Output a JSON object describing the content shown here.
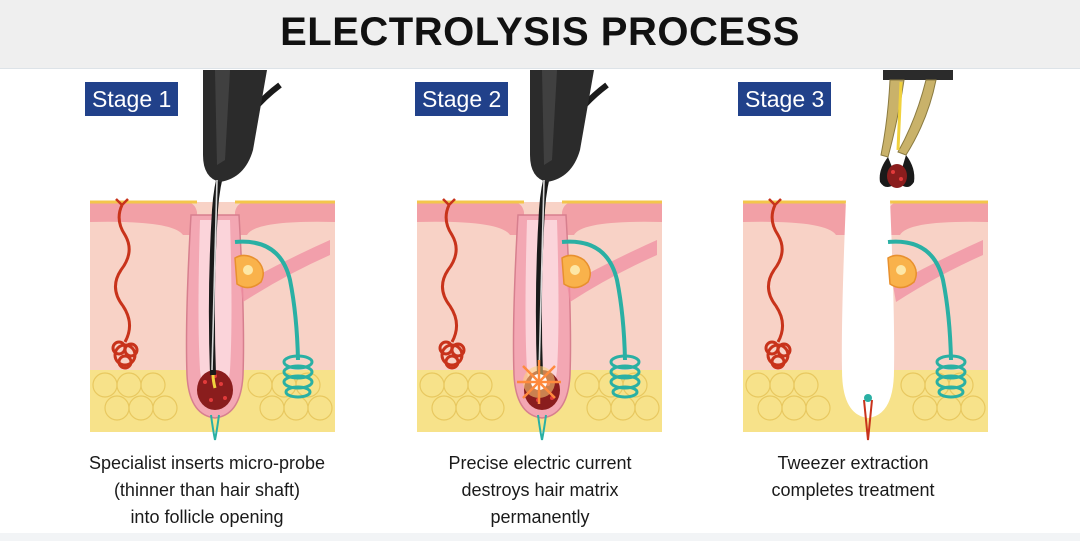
{
  "header": {
    "title": "ELECTROLYSIS PROCESS"
  },
  "stages": [
    {
      "label": "Stage 1",
      "caption": [
        "Specialist inserts micro-probe",
        "(thinner than hair shaft)",
        "into follicle opening"
      ]
    },
    {
      "label": "Stage 2",
      "caption": [
        "Precise electric current",
        "destroys hair matrix",
        "permanently"
      ]
    },
    {
      "label": "Stage 3",
      "caption": [
        "Tweezer extraction",
        "completes treatment"
      ]
    }
  ],
  "colors": {
    "badge": "#21418a",
    "skin_top": "#f2a0a6",
    "dermis": "#f8d2c6",
    "fat": "#f7e28a",
    "nerve": "#2ab0a4",
    "vessel": "#c8331b",
    "probe": "#2b2b2b"
  },
  "icons": [
    "electrolysis-probe-icon",
    "tweezer-icon",
    "spark-icon"
  ]
}
